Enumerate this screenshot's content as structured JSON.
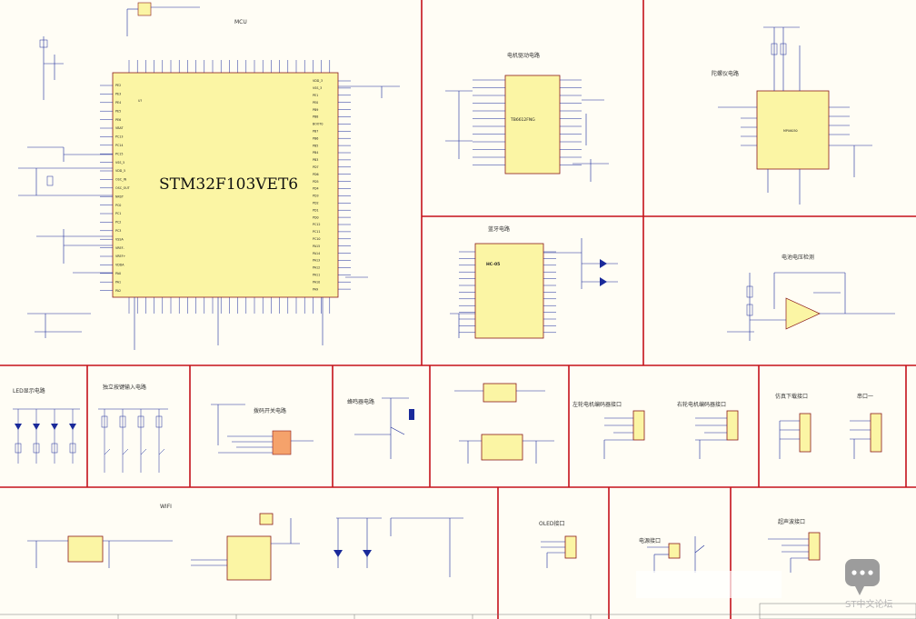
{
  "colors": {
    "panel_border": "#c5121b",
    "wire": "#1a2a9a",
    "ic_fill": "#fbf5a4",
    "ic_border": "#8a1a1a"
  },
  "mcu": {
    "section_title": "MCU",
    "chip_name": "STM32F103VET6",
    "left_pins": [
      "PE2",
      "PE3",
      "PE4",
      "PE5",
      "PE6",
      "VBAT",
      "PC13",
      "PC14",
      "PC15",
      "VSS_5",
      "VDD_5",
      "OSC_IN",
      "OSC_OUT",
      "NRST",
      "PC0",
      "PC1",
      "PC2",
      "PC3",
      "VSSA",
      "VREF-",
      "VREF+",
      "VDDA",
      "PA0",
      "PA1",
      "PA2"
    ],
    "right_pins": [
      "VDD_3",
      "VSS_3",
      "PE1",
      "PE0",
      "PB9",
      "PB8",
      "BOOT0",
      "PB7",
      "PB6",
      "PB5",
      "PB4",
      "PB3",
      "PD7",
      "PD6",
      "PD5",
      "PD4",
      "PD3",
      "PD2",
      "PD1",
      "PD0",
      "PC12",
      "PC11",
      "PC10",
      "PA15",
      "PA14",
      "PA13",
      "PA12",
      "PA11",
      "PA10",
      "PA9"
    ]
  },
  "motor_driver": {
    "section_title": "电机驱动电路",
    "chip": "TB6612FNG"
  },
  "gyro": {
    "section_title": "陀螺仪电路",
    "chip": "MPU6050"
  },
  "bluetooth": {
    "section_title": "蓝牙电路",
    "chip": "HC-05"
  },
  "battery_detect": {
    "section_title": "电池电压检测"
  },
  "led": {
    "section_title": "LED显示电路"
  },
  "keys": {
    "section_title": "独立按键输入电路"
  },
  "dip": {
    "section_title": "拨码开关电路"
  },
  "buzzer": {
    "section_title": "蜂鸣器电路"
  },
  "power": {
    "section_title": ""
  },
  "left_encoder": {
    "section_title": "左轮电机编码器接口"
  },
  "right_encoder": {
    "section_title": "右轮电机编码器接口"
  },
  "download": {
    "section_title": "仿真下载接口"
  },
  "serial": {
    "section_title": "串口一"
  },
  "wifi": {
    "section_title": "WIFI"
  },
  "oled": {
    "section_title": "OLED接口"
  },
  "power_port": {
    "section_title": "电源接口"
  },
  "ultrasonic": {
    "section_title": "超声波接口"
  },
  "watermark": {
    "text": "ST中文论坛"
  }
}
